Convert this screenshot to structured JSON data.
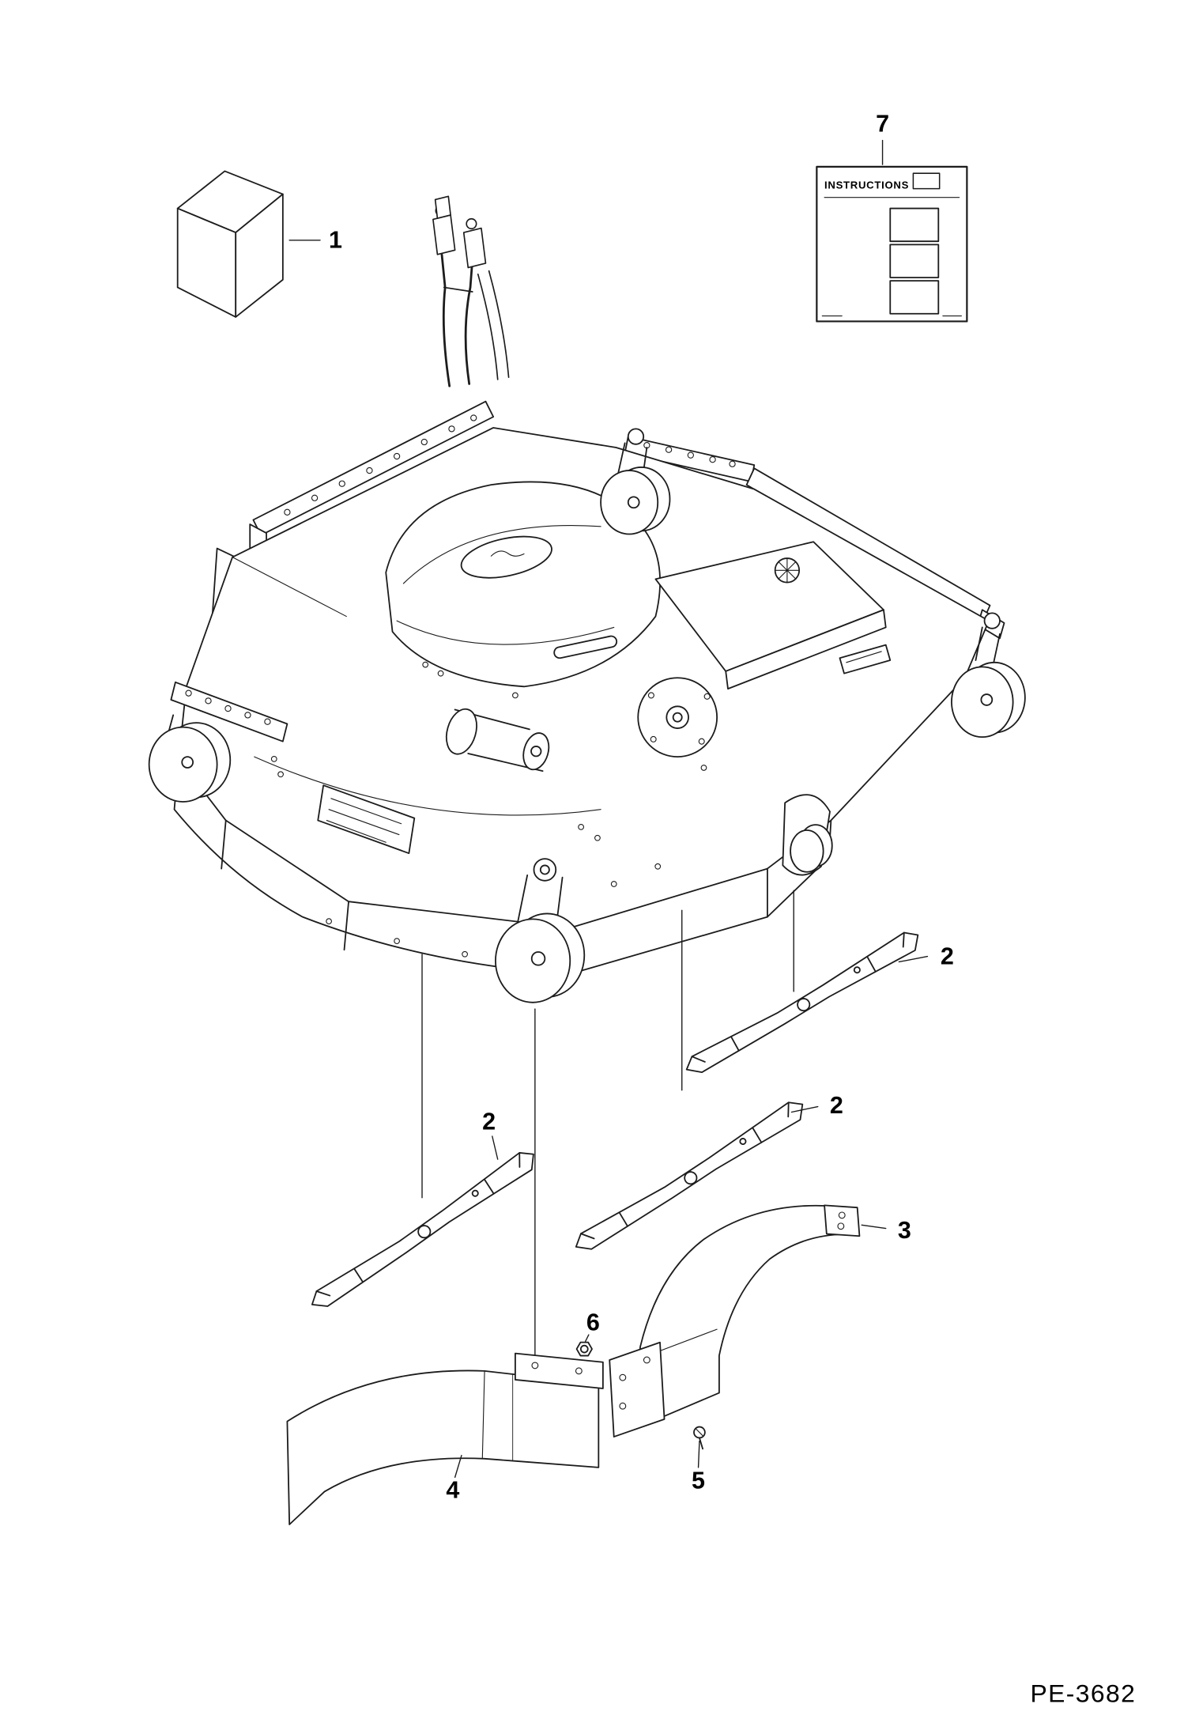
{
  "page": {
    "background": "#ffffff",
    "line_color": "#1c1c1c",
    "drawing_number": "PE-3682"
  },
  "callouts": {
    "box_kit": "1",
    "blade_right": "2",
    "blade_middle": "2",
    "blade_left": "2",
    "deflector_right": "3",
    "deflector_left": "4",
    "bolt": "5",
    "nut": "6",
    "instructions": "7"
  },
  "instructions_sheet": {
    "title": "INSTRUCTIONS"
  }
}
